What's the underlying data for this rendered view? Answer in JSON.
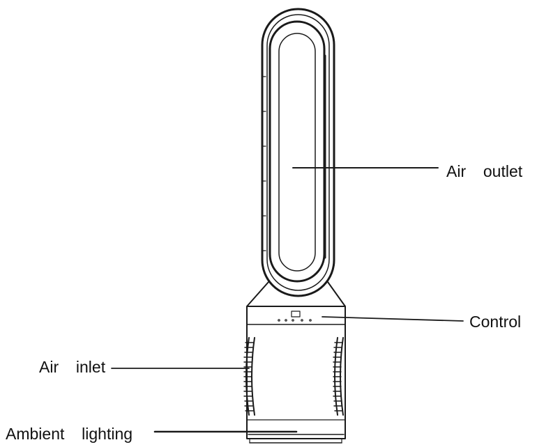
{
  "labels": {
    "air_outlet": "Air  outlet",
    "control": "Control",
    "air_inlet": "Air  inlet",
    "ambient_lighting": "Ambient  lighting"
  }
}
